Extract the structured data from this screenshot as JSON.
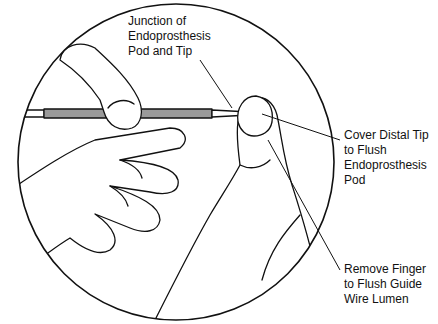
{
  "diagram": {
    "labels": [
      "Junction of Endoprosthesis Pod and Tip",
      "Cover Distal Tip to Flush Endoprosthesis Pod",
      "Remove Finger to Flush Guide Wire Lumen"
    ]
  }
}
